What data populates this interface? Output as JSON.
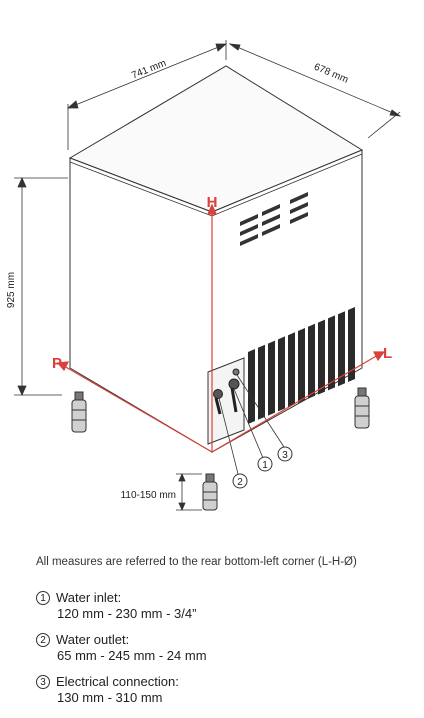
{
  "dimensions": {
    "width": "741 mm",
    "depth": "678 mm",
    "height": "925 mm",
    "feet": "110-150 mm"
  },
  "axes": {
    "h": "H",
    "l": "L",
    "p": "P"
  },
  "colors": {
    "axis": "#d9413a",
    "line": "#333333"
  },
  "callouts": [
    "1",
    "2",
    "3"
  ],
  "note": "All measures are referred to the rear bottom-left corner (L-H-Ø)",
  "specs": [
    {
      "num": "1",
      "label": "Water inlet:",
      "values": "120 mm  - 230 mm  - 3/4”"
    },
    {
      "num": "2",
      "label": "Water outlet:",
      "values": "65 mm - 245 mm - 24 mm"
    },
    {
      "num": "3",
      "label": "Electrical connection:",
      "values": "130 mm - 310 mm"
    }
  ]
}
